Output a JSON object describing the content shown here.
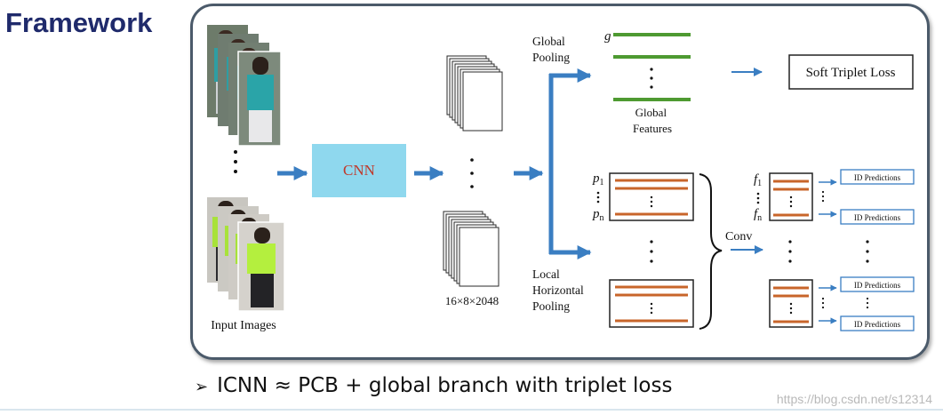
{
  "heading": "Framework",
  "labels": {
    "input_images": "Input Images",
    "cnn": "CNN",
    "feature_map_dims": "16×8×2048",
    "global_pooling": [
      "Global",
      "Pooling"
    ],
    "local_horizontal_pooling": [
      "Local",
      "Horizontal",
      "Pooling"
    ],
    "g": "g",
    "global_features": [
      "Global",
      "Features"
    ],
    "soft_triplet_loss": "Soft Triplet Loss",
    "p1": "p",
    "p1_sub": "1",
    "pn": "p",
    "pn_sub": "n",
    "f1": "f",
    "f1_sub": "1",
    "fn": "f",
    "fn_sub": "n",
    "conv": "Conv",
    "id_predictions": "ID Predictions"
  },
  "bullet": "ICNN ≈ PCB + global branch with triplet loss",
  "watermark": "https://blog.csdn.net/s12314",
  "colors": {
    "heading": "#1f2a6b",
    "arrow_blue": "#3a7ec2",
    "cnn_fill": "#8fd8ee",
    "cnn_text": "#c0392b",
    "global_bar_green": "#4e9a31",
    "stripe_orange": "#c8652a",
    "frame_border": "#4b5a6a"
  }
}
